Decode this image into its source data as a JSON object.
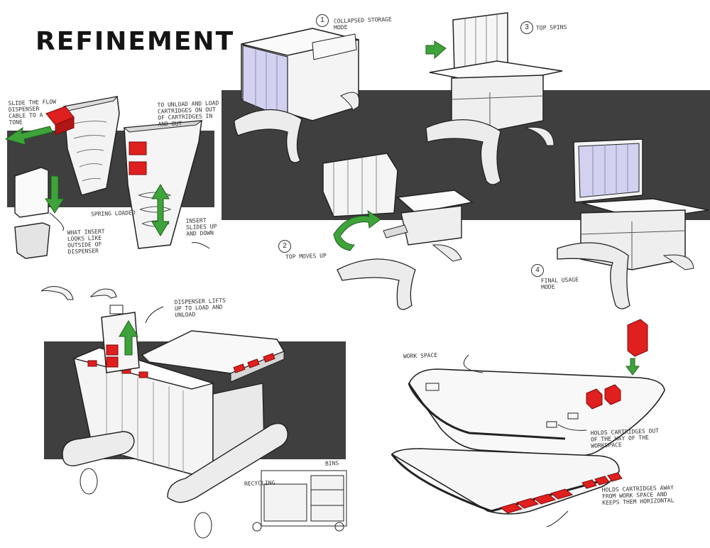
{
  "title": "REFINEMENT",
  "colors": {
    "panel": "#3f3f3f",
    "accent_green": "#3ea33a",
    "accent_red": "#e01f1f",
    "glass": "#d2d2f0",
    "line": "#2a2a2a"
  },
  "steps": [
    {
      "number": "1",
      "label": "COLLAPSED STORAGE MODE"
    },
    {
      "number": "2",
      "label": "TOP MOVES UP"
    },
    {
      "number": "3",
      "label": "TOP SPINS"
    },
    {
      "number": "4",
      "label": "FINAL USAGE MODE"
    }
  ],
  "dispenser_notes": {
    "slide": "SLIDE THE FLOW DISPENSER CABLE TO A TONE",
    "unload": "TO UNLOAD AND LOAD CARTRIDGES ON OUT OF CARTRIDGES IN AND OUT",
    "spring": "SPRING LOADED",
    "insert": "INSERT SLIDES UP AND DOWN",
    "outside": "WHAT INSERT LOOKS LIKE OUTSIDE OF DISPENSER"
  },
  "cart_notes": {
    "dispenser": "DISPENSER LIFTS UP TO LOAD AND UNLOAD",
    "bins": "BINS",
    "recycling": "RECYCLING"
  },
  "workspace_notes": {
    "workspace": "WORK SPACE",
    "holds_out": "HOLDS CARTRIDGES OUT OF THE WAY OF THE WORKSPACE",
    "holds_away": "HOLDS CARTRIDGES AWAY FROM WORK SPACE AND KEEPS THEM HORIZONTAL"
  }
}
